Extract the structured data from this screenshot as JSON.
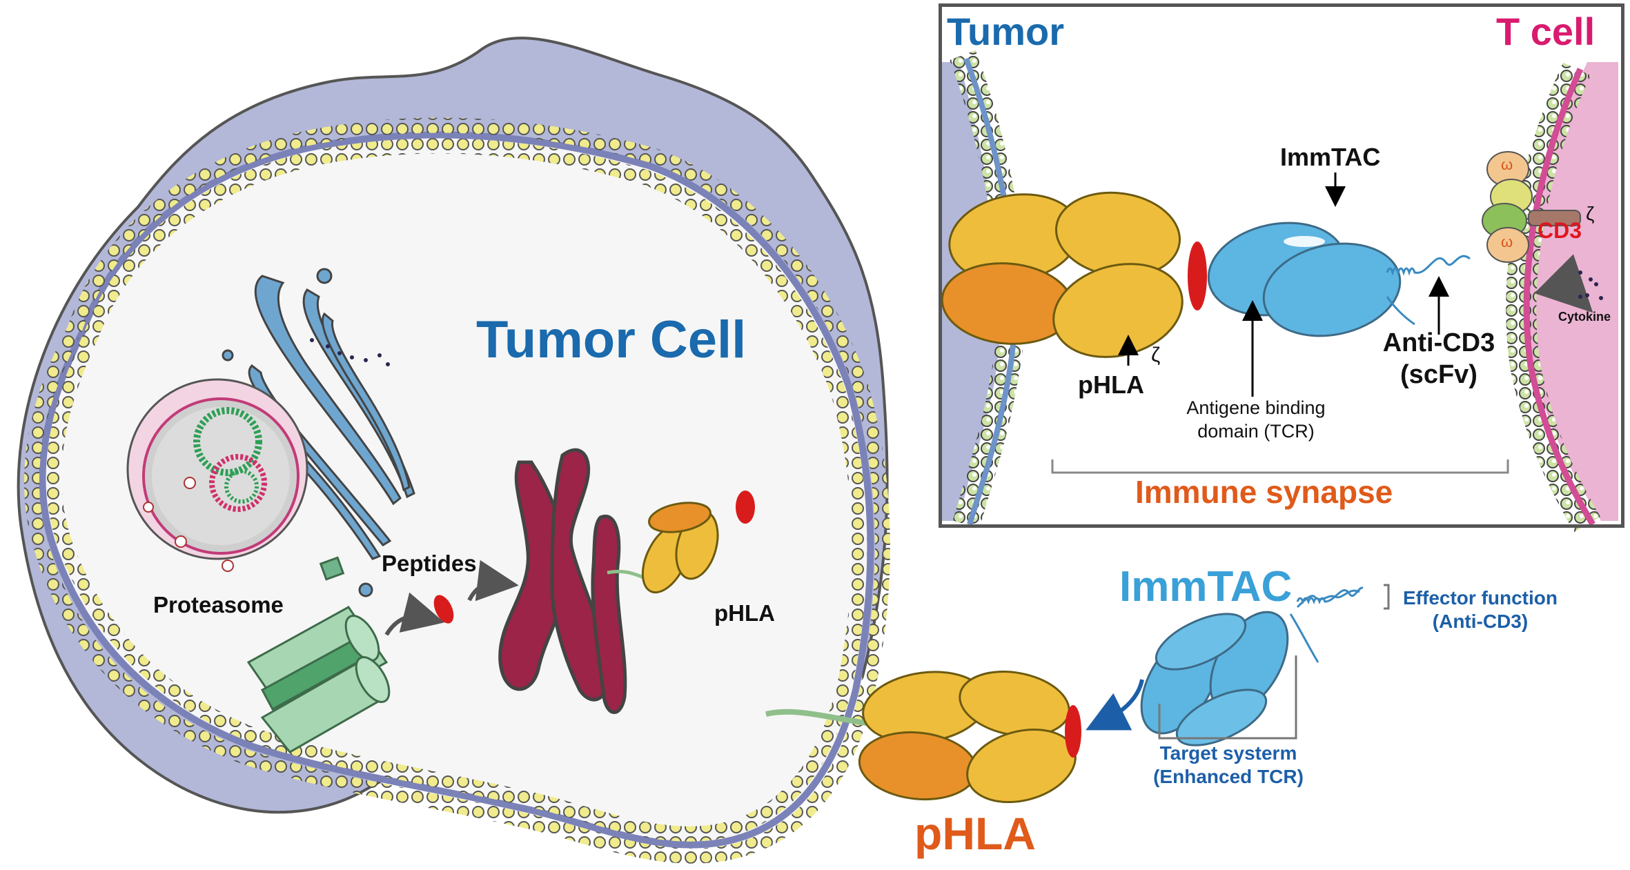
{
  "colors": {
    "tumor_blue": "#1a6aad",
    "tcell_pink": "#d81b6f",
    "orange_label": "#e05a1a",
    "immtac_blue": "#3aa0d8",
    "dark_blue_label": "#1c5fa8",
    "cd3_red": "#e0161e",
    "cell_body": "#b3b8d8",
    "membrane_bead": "#f0eb8c",
    "hla_yellow": "#efbd3c",
    "hla_orange": "#e8912a",
    "peptide_red": "#d81c1c",
    "er_red": "#9b2448",
    "proteasome_green": "#8fcca0",
    "golgi_blue": "#6ea6d0",
    "nucleus_pink": "#e7a6c4"
  },
  "main": {
    "title": "Tumor Cell",
    "labels": {
      "proteasome": "Proteasome",
      "peptides": "Peptides",
      "phla_inner": "pHLA",
      "phla_outer": "pHLA"
    }
  },
  "immtac_detail": {
    "title": "ImmTAC",
    "effector_line1": "Effector function",
    "effector_line2": "(Anti-CD3)",
    "target_line1": "Target systerm",
    "target_line2": "(Enhanced TCR)"
  },
  "inset": {
    "left_title": "Tumor",
    "right_title": "T cell",
    "immtac_label": "ImmTAC",
    "phla_label": "pHLA",
    "zeta_symbol": "ζ",
    "antigen_line1": "Antigene binding",
    "antigen_line2": "domain (TCR)",
    "anticd3_line1": "Anti-CD3",
    "anticd3_line2": "(scFv)",
    "cd3_label": "CD3",
    "omega_symbol": "ω",
    "cytokine_label": "Cytokine",
    "synapse_label": "Immune synapse"
  }
}
